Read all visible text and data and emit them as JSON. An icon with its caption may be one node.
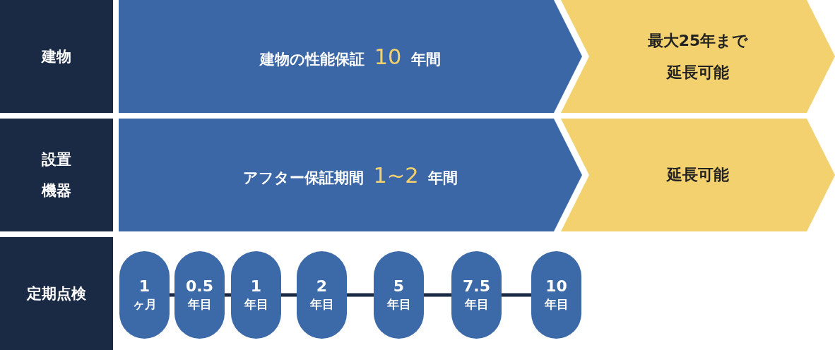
{
  "diagram": {
    "nodes": [
      {
        "text": [
          "建物"
        ]
      },
      {
        "text": [
          "建物の性能保証 **10** 年間"
        ]
      },
      {
        "text": [
          "最大25年まで延長可能"
        ]
      },
      {
        "text": [
          "設置機器"
        ]
      },
      {
        "text": [
          "アフター保証期間 **1~2** 年間"
        ]
      },
      {
        "text": [
          "延長可能"
        ]
      },
      {
        "text": [
          "定期点検"
        ]
      },
      {
        "text": [
          "1",
          "ヶ月"
        ]
      },
      {
        "text": [
          "0.5",
          "年目"
        ]
      },
      {
        "text": [
          "1",
          "年目"
        ]
      },
      {
        "text": [
          "2",
          "年目"
        ]
      },
      {
        "text": [
          "5",
          "年目"
        ]
      },
      {
        "text": [
          "7.5",
          "年目"
        ]
      },
      {
        "text": [
          "10",
          "年目"
        ]
      }
    ],
    "edges": [
      {
        "from": 7,
        "to": 8,
        "arrow": "none"
      },
      {
        "from": 8,
        "to": 9,
        "arrow": "none"
      },
      {
        "from": 9,
        "to": 10,
        "arrow": "none"
      },
      {
        "from": 10,
        "to": 11,
        "arrow": "none"
      },
      {
        "from": 11,
        "to": 12,
        "arrow": "none"
      },
      {
        "from": 12,
        "to": 13,
        "arrow": "none"
      }
    ]
  }
}
